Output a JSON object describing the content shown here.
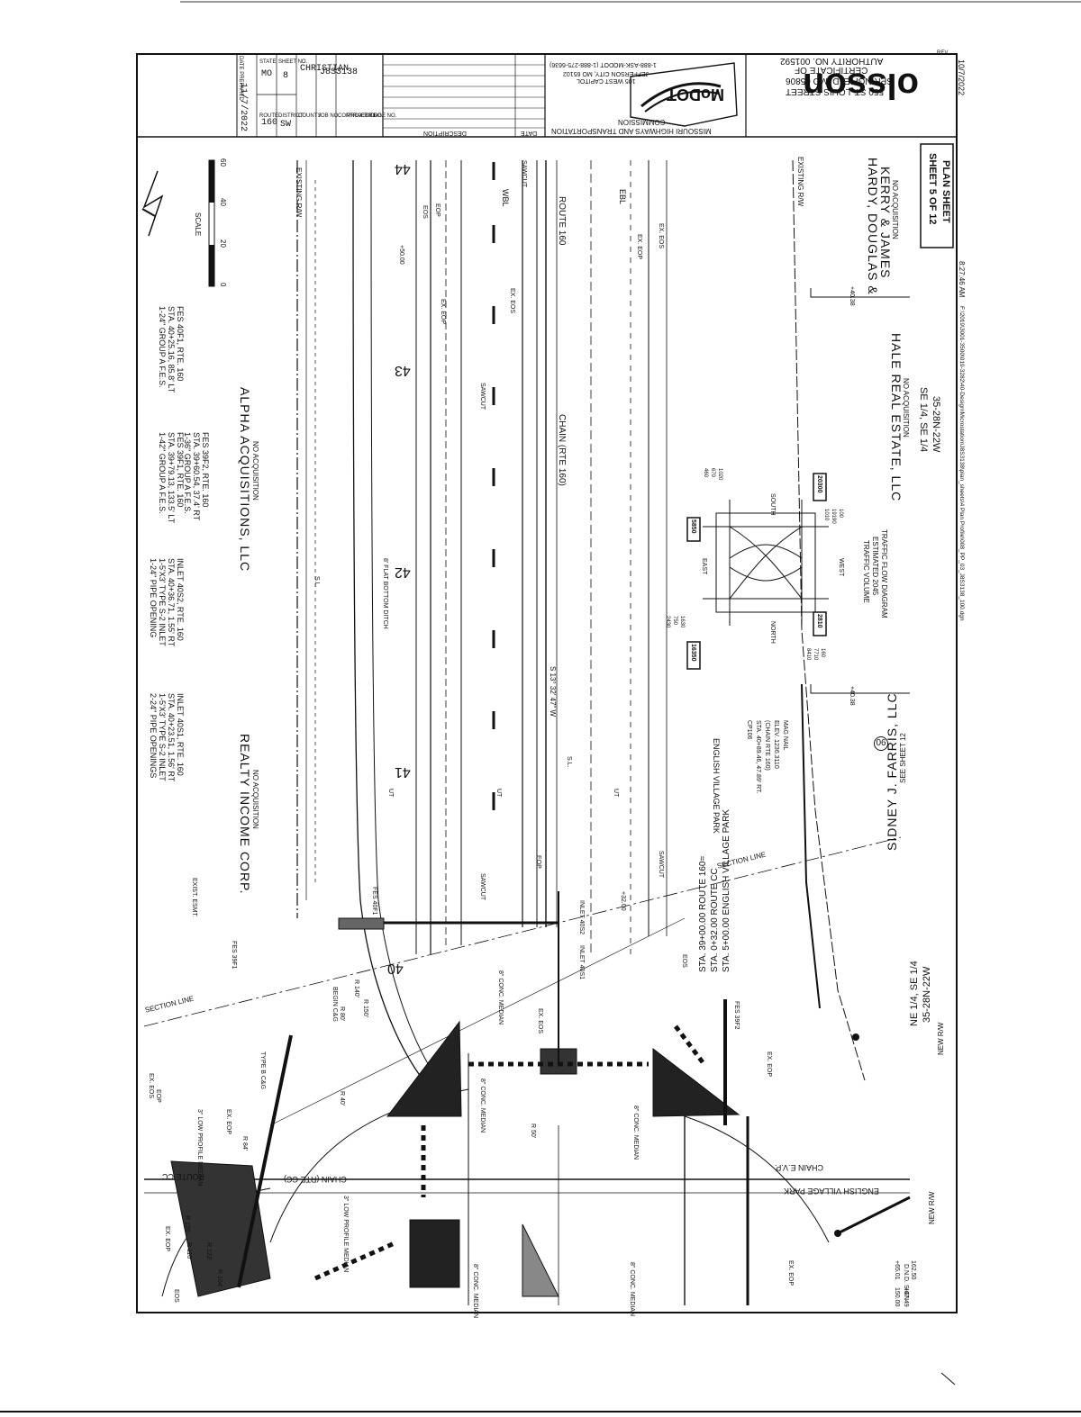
{
  "title_block": {
    "firm_name": "olsson",
    "firm_address_1": "550 ST. LOUIS STREET",
    "firm_address_2": "SPRINGFIELD, MO 65806",
    "firm_cert_1": "CERTIFICATE OF",
    "firm_cert_2": "AUTHORITY NO. 001592",
    "agency_1": "MISSOURI HIGHWAYS AND TRANSPORTATION",
    "agency_2": "COMMISSION",
    "agency_logo": "MoDOT",
    "agency_address_1": "105 WEST CAPITOL",
    "agency_address_2": "JEFFERSON CITY, MO 65102",
    "agency_phone": "1-888-ASK-MODOT (1-888-275-6636)",
    "rev_label": "REV.",
    "date_col": "DATE",
    "desc_col": "DESCRIPTION",
    "date_prepared_label": "DATE PREPARED",
    "date_prepared": "11/7/2022",
    "route_label": "ROUTE",
    "route": "160",
    "state_label": "STATE",
    "state": "MO",
    "district_label": "DISTRICT",
    "district": "SW",
    "sheet_no_label": "SHEET NO.",
    "sheet_no": "8",
    "county_label": "COUNTY",
    "county": "CHRISTIAN",
    "job_no_label": "JOB NO.",
    "job_no": "J8S3138",
    "contract_label": "CONTRACT ID.",
    "project_label": "PROJECT NO.",
    "bridge_label": "BRIDGE NO.",
    "plot_date": "10/7/2022",
    "plot_time": "8:27:46 AM",
    "file_path": "F:\\2019\\3001-3500\\019-3282\\40-Design\\Microstation\\J8S3138\\plan_sheets\\4 Plan Profile\\008_PP_03_J8S3138_100.dgn"
  },
  "plan_sheet": {
    "line1": "PLAN SHEET",
    "line2": "SHEET 5 OF 12"
  },
  "scale": {
    "label": "SCALE",
    "ticks": [
      "0",
      "20",
      "40",
      "60"
    ]
  },
  "properties": [
    {
      "name": "HARDY, DOUGLAS &",
      "name2": "KERRY & JAMES",
      "note": "NO ACQUISITION"
    },
    {
      "name": "HALE REAL ESTATE, LLC",
      "name2": "",
      "note": "NO ACQUISITION"
    },
    {
      "name": "ALPHA ACQUISITIONS, LLC",
      "name2": "",
      "note": "NO ACQUISITION"
    },
    {
      "name": "REALTY INCOME CORP.",
      "name2": "",
      "note": "NO ACQUISITION"
    },
    {
      "name": "SIDNEY J. FARRIS, LLC",
      "name2": "",
      "note": "SEE SHEET 12"
    }
  ],
  "parcel_no": "06",
  "sections": {
    "se": [
      "SE 1/4, SE 1/4",
      "35-28N-22W"
    ],
    "ne": [
      "NE 1/4, SE 1/4",
      "35-28N-22W"
    ],
    "section_line": "SECTION LINE"
  },
  "stations": [
    "44",
    "43",
    "42",
    "41",
    "40"
  ],
  "alignment": {
    "chain": "CHAIN (RTE 160)",
    "route": "ROUTE 160",
    "wbl": "WBL",
    "ebl": "EBL",
    "chain_cc": "CHAIN (RTE CC)",
    "chain_evp": "CHAIN E.V.P.",
    "english_village": "ENGLISH VILLAGE PARK",
    "route_cc": "ROUTE CC",
    "bearing": "S 13° 32' 47\" W"
  },
  "station_callout": [
    "STA. 39+00.00 ROUTE 160=",
    "STA. 0+32.00 ROUTE CC",
    "STA. 5+00.00 ENGLISH VILLAGE PARK"
  ],
  "control_point": [
    "CP106",
    "STA. 40+89.46, 47.89' RT.",
    "(CHAIN RTE 160)",
    "ELEV. 1236.3110",
    "MAG NAIL"
  ],
  "drainage_notes": [
    [
      "FES 40F1, RTE. 160",
      "STA. 40+25.16, 85.8' LT",
      "1-24\" GROUP A F.E.S."
    ],
    [
      "FES 39F1, RTE. 160",
      "STA. 39+79.13, 133.5' LT",
      "1-42\" GROUP A F.E.S."
    ],
    [
      "FES 39F2, RTE. 160",
      "STA. 39+60.54, 37.4' RT",
      "1-36\" GROUP A F.E.S."
    ],
    [
      "INLET 40S2, RTE. 160",
      "STA. 40+36.71, 1.55' RT",
      "1-5'X3' TYPE S-2 INLET",
      "1-24\" PIPE OPENING"
    ],
    [
      "INLET 40S1, RTE. 160",
      "STA. 40+23.51, 1.56' RT",
      "1-5'X3' TYPE S-2 INLET",
      "2-24\" PIPE OPENINGS"
    ]
  ],
  "traffic_diagram": {
    "title1": "TRAFFIC FLOW DIAGRAM",
    "title2": "ESTIMATED 2045",
    "title3": "TRAFFIC VOLUME",
    "north": "NORTH",
    "south": "SOUTH",
    "east": "EAST",
    "west": "WEST",
    "north_total": "16350",
    "south_total": "20300",
    "east_total": "5850",
    "west_total": "2810",
    "north_moves": [
      "8410",
      "7710",
      "160"
    ],
    "south_moves": [
      "1010",
      "19190",
      "100"
    ],
    "east_moves": [
      "2430",
      "750",
      "1630"
    ],
    "west_moves": [
      "460",
      "670",
      "1020"
    ]
  },
  "labels": {
    "existing_rw": "EXISTING R/W",
    "new_rw": "NEW R/W",
    "sawcut": "SAWCUT",
    "eop": "EOP",
    "eos": "EOS",
    "ex_eos": "EX. EOS",
    "ex_eop": "EX. EOP",
    "flat_ditch": "8' FLAT BOTTOM DITCH",
    "conc_median": "8\" CONC. MEDIAN",
    "low_profile_median": "3\" LOW PROFILE MEDIAN",
    "begin_cg": "BEGIN C&G",
    "type_b_cg": "TYPE B C&G",
    "sl": "S.L.",
    "ut": "UT",
    "exist_esmt": "EXIST. ESMT.",
    "dnd_sign": "D.N.D. SIGN",
    "fes_40f1": "FES 40F1",
    "fes_39f1": "FES 39F1",
    "fes_39f2": "FES 39F2",
    "inlet_40s1": "INLET 40S1",
    "inlet_40s2": "INLET 40S2",
    "radii": [
      "R 140'",
      "R 150'",
      "R 80'",
      "R 40'",
      "R 84'",
      "R 50'",
      "R 120'",
      "R 110'",
      "R 122'",
      "R 104'"
    ],
    "offsets": [
      "+40.38",
      "+40.38",
      "+50.00",
      "+32.00",
      "+65.01",
      "+47.49",
      "150.00",
      "162.50"
    ]
  }
}
